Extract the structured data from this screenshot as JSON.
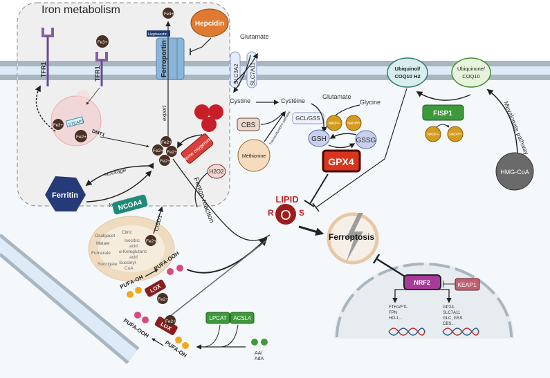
{
  "title": "Iron metabolism",
  "iron": {
    "tfr1_a": "TFR1",
    "tfr1_b": "TFR1",
    "fe3_top": "Fe3+",
    "fe3_bound": "Fe3+",
    "hephaestin": "Hephaestin",
    "ferroportin": "Ferroportin",
    "hepcidin": "Hepcidin",
    "export": "export",
    "steap3": "STEAP3",
    "fe3_endo": "Fe3+",
    "fe2_endo": "Fe2+",
    "dmt1": "DMT1",
    "pool": [
      "Fe2+",
      "Fe2+",
      "Fe2+",
      "Fe2+"
    ],
    "heme_oxygenase": "Heme oxygenase",
    "h2o2": "H2O2",
    "stockage": "stockage",
    "ferritin": "Ferritin",
    "ferritinophagy": "ferritinophagy",
    "ncoa4": "NCOA4",
    "fenton": "Fenton reaction"
  },
  "system_xc": {
    "slc3a2": "SLC3A2",
    "slc7a11": "SLC7A11",
    "glutamate_out": "Glutamate",
    "cystine": "Cystine",
    "cysteine": "Cystéine",
    "glutamate_in": "Glutamate",
    "glycine": "Glycine",
    "cbs": "CBS",
    "methionine": "Méthionine",
    "transsulfuration": "Transsulfuration pathway",
    "gcl_gss": "GCL/GSS",
    "nadp_plus": "NADP+",
    "nadph": "NADPH",
    "gsh": "GSH",
    "gssg": "GSSG",
    "gpx4": "GPX4"
  },
  "coq10": {
    "ubiquinol": [
      "Ubiquinol/",
      "COQ10 H2"
    ],
    "ubiquinone": [
      "Ubiquinone/",
      "COQ10"
    ],
    "fsp1": "FISP1",
    "nadp_plus": "NADP+",
    "nadph": "NADPH",
    "mevalonate": "Mevalonate pathway",
    "hmg_coa": "HMG-CoA"
  },
  "ros": {
    "lipid": "LIPID",
    "r": "R",
    "o": "O",
    "s": "S"
  },
  "ferroptosis": "Ferroptosis",
  "nucleus": {
    "nrf2": "NRF2",
    "keap1": "KEAP1",
    "genes_left": [
      "FTH1/FTL",
      "FPN",
      "HO-1..."
    ],
    "genes_right": [
      "GPX4",
      "SLC7A11",
      "GLC, GSS",
      "CBS..."
    ]
  },
  "mito": {
    "tca": [
      "Oxalgacet",
      "Malate",
      "Fumarate",
      "Succigate",
      "Citric",
      "Isocitric",
      "acid",
      "α-Ketoglutaric",
      "acid",
      "Succinyl",
      "CoA"
    ],
    "cisd1": "CISD1",
    "fe2": "Fe2+",
    "pufa_ooh": "PUFA-OOH",
    "pufa_oh": "PUFA-OH",
    "lox": "LOX",
    "lox_fe2": "Fe2+"
  },
  "membrane_lipid": {
    "lox": "LOX",
    "fe2": "Fe2+",
    "pufa_ooh": "PUFA-OOH",
    "pufa_oh": "PUFA-OH",
    "lpcat": "LPCAT",
    "acsl4": "ACSL4",
    "aa_ada": [
      "AA/",
      "AdA"
    ]
  },
  "colors": {
    "gpx4": "#d9341c",
    "hepcidin": "#e07a30",
    "ferritin": "#263a78",
    "ncoa4": "#1f8a78",
    "nrf2": "#a83a9a",
    "fsp1": "#3d9a3a",
    "ros": "#a01c1c"
  }
}
